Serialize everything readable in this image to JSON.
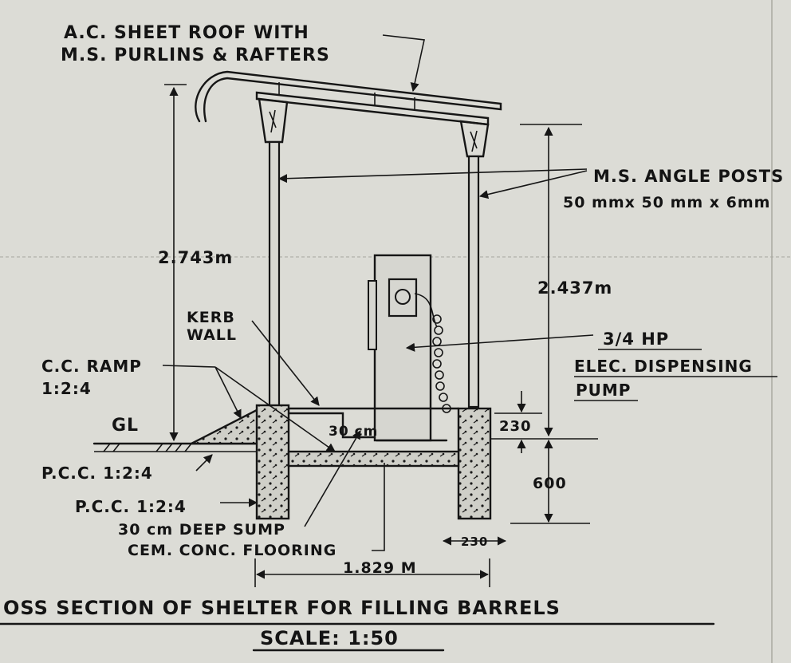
{
  "labels": {
    "roof_line1": "A.C. SHEET ROOF WITH",
    "roof_line2": "M.S. PURLINS & RAFTERS",
    "posts_line1": "M.S. ANGLE POSTS",
    "posts_line2": "50 mmx 50 mm x 6mm",
    "height_total": "2.743m",
    "height_post": "2.437m",
    "kerb_line1": "KERB",
    "kerb_line2": "WALL",
    "ramp_line1": "C.C. RAMP",
    "ramp_line2": "1:2:4",
    "ground_level": "GL",
    "pcc_1": "P.C.C. 1:2:4",
    "pcc_2": "P.C.C. 1:2:4",
    "sump_line1": "30 cm DEEP SUMP",
    "sump_line2": "CEM. CONC. FLOORING",
    "sump_depth": "30 cm",
    "pump_line1": "3/4 HP",
    "pump_line2": "ELEC. DISPENSING",
    "pump_line3": "PUMP",
    "dim_230_top": "230",
    "dim_600": "600",
    "dim_230_bottom": "230",
    "dim_width": "1.829 M",
    "title": "OSS SECTION OF SHELTER FOR FILLING BARRELS",
    "scale": "SCALE: 1:50"
  },
  "colors": {
    "paper": "#dcdcd6",
    "ink": "#161616"
  }
}
